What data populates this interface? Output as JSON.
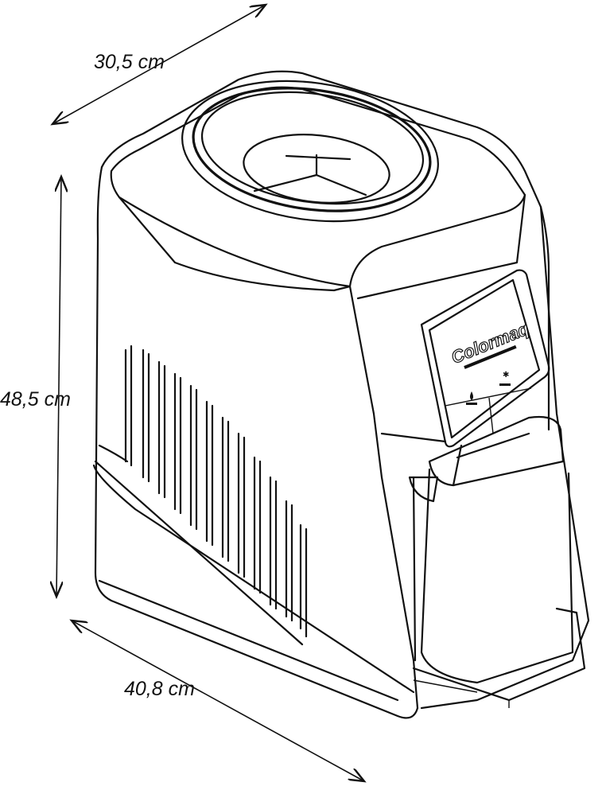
{
  "dimensions": {
    "depth": "30,5 cm",
    "height": "48,5 cm",
    "width": "40,8 cm"
  },
  "product": {
    "brand_logo": "Colormaq",
    "icons": [
      "water-drop-icon",
      "snowflake-icon"
    ]
  }
}
